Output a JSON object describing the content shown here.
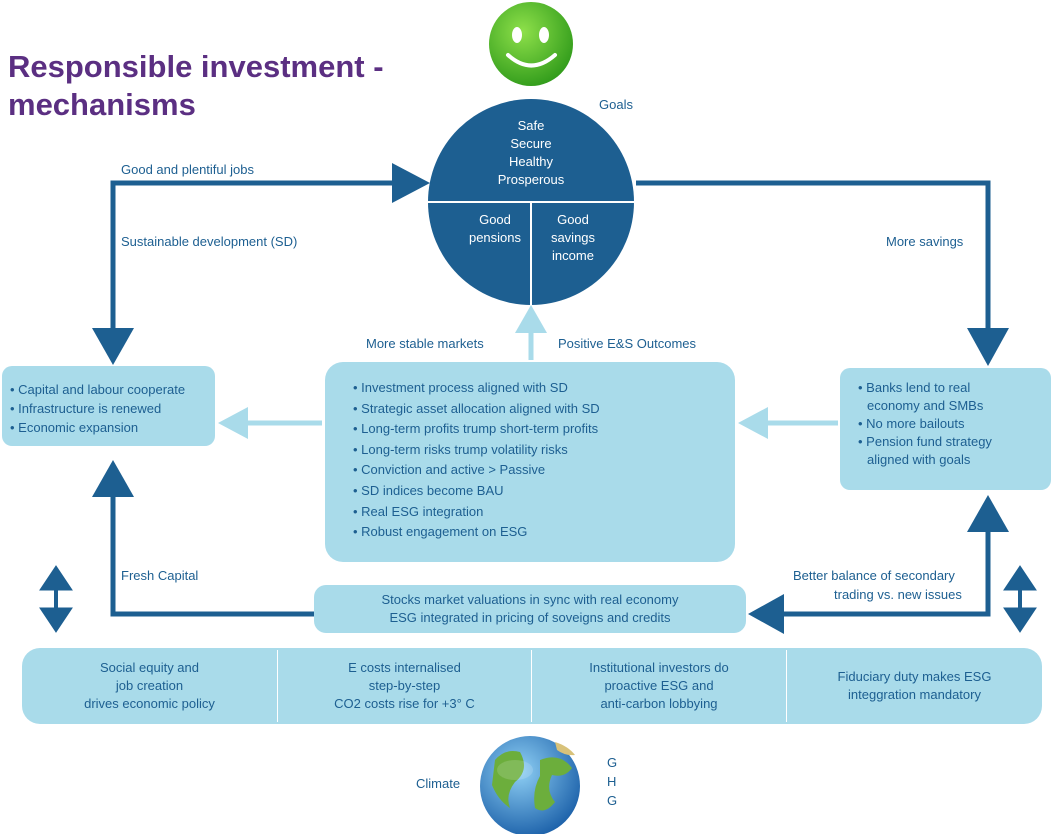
{
  "title_line1": "Responsible investment -",
  "title_line2": "mechanisms",
  "goals_label": "Goals",
  "circle": {
    "top_lines": [
      "Safe",
      "Secure",
      "Healthy",
      "Prosperous"
    ],
    "left_lines": [
      "Good",
      "pensions"
    ],
    "right_lines": [
      "Good",
      "savings",
      "income"
    ]
  },
  "labels": {
    "good_jobs": "Good and plentiful jobs",
    "sd": "Sustainable development (SD)",
    "more_savings": "More savings",
    "stable_markets": "More stable markets",
    "positive_es": "Positive E&S Outcomes",
    "fresh_capital": "Fresh Capital",
    "better_balance_1": "Better balance of secondary",
    "better_balance_2": "trading vs. new issues"
  },
  "left_box": [
    "Capital and labour cooperate",
    "Infrastructure is renewed",
    "Economic expansion"
  ],
  "center_box": [
    "Investment process aligned with SD",
    "Strategic asset allocation aligned with SD",
    "Long-term profits trump short-term profits",
    "Long-term risks trump volatility risks",
    "Conviction and active > Passive",
    "SD indices become BAU",
    "Real ESG integration",
    "Robust engagement on ESG"
  ],
  "right_box": [
    "Banks lend to real",
    "economy and SMBs",
    "No more bailouts",
    "Pension fund strategy",
    "aligned with goals"
  ],
  "market_box": [
    "Stocks market valuations in sync with real economy",
    "ESG integrated in pricing of soveigns and credits"
  ],
  "bottom": [
    [
      "Social equity and",
      "job creation",
      "drives economic policy"
    ],
    [
      "E costs internalised",
      "step-by-step",
      "CO2 costs rise for +3° C"
    ],
    [
      "Institutional investors do",
      "proactive ESG and",
      "anti-carbon lobbying"
    ],
    [
      "Fiduciary duty makes ESG",
      "integgration mandatory"
    ]
  ],
  "climate_label": "Climate",
  "ghg": [
    "G",
    "H",
    "G"
  ],
  "colors": {
    "title": "#5b2f82",
    "dark_blue": "#1d5f91",
    "light_box": "#a9dbea",
    "light_arrow": "#a9dbea",
    "smiley": "#5cc02a"
  },
  "icons": [
    "smiley-face-icon",
    "globe-icon",
    "double-arrow-icon"
  ]
}
